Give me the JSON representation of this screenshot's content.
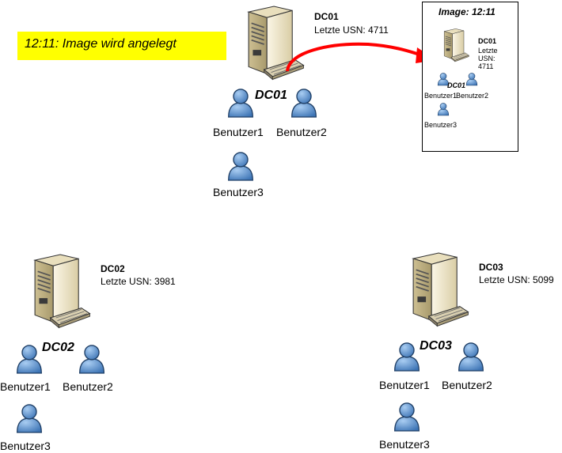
{
  "banner": {
    "text": "12:11: Image wird angelegt"
  },
  "dc01": {
    "title": "DC01",
    "usn": "Letzte USN: 4711",
    "site_label": "DC01",
    "users": [
      "Benutzer1",
      "Benutzer2",
      "Benutzer3"
    ]
  },
  "dc02": {
    "title": "DC02",
    "usn": "Letzte USN: 3981",
    "site_label": "DC02",
    "users": [
      "Benutzer1",
      "Benutzer2",
      "Benutzer3"
    ]
  },
  "dc03": {
    "title": "DC03",
    "usn": "Letzte USN: 5099",
    "site_label": "DC03",
    "users": [
      "Benutzer1",
      "Benutzer2",
      "Benutzer3"
    ]
  },
  "image": {
    "title": "Image: 12:11",
    "dc_title": "DC01",
    "usn": "Letzte USN: 4711",
    "site_label": "DC01",
    "users": [
      "Benutzer1",
      "Benutzer2",
      "Benutzer3"
    ]
  },
  "colors": {
    "arrow": "#ff0000",
    "banner": "#ffff00",
    "user": "#5b8fc9",
    "server": "#efe6c8"
  }
}
